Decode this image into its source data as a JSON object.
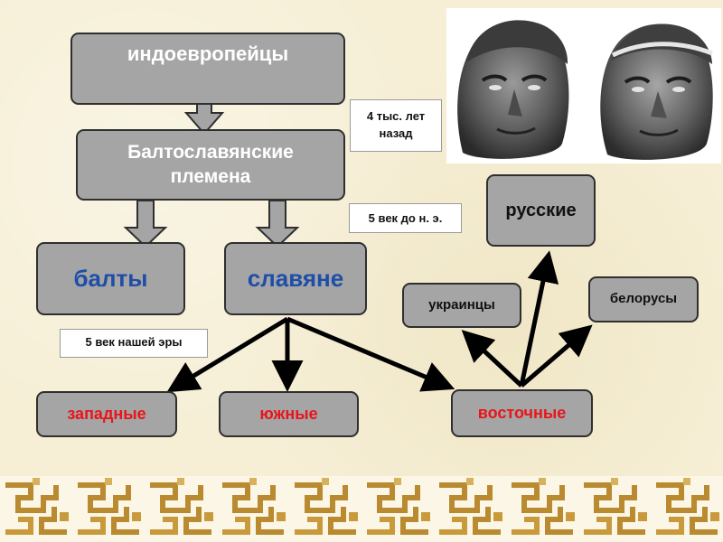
{
  "nodes": {
    "indoeuropeans": "индоевропейцы",
    "baltoslavic": "Балтославянские племена",
    "balts": "балты",
    "slavs": "славяне",
    "western": "западные",
    "southern": "южные",
    "eastern": "восточные",
    "russians": "русские",
    "ukrainians": "украинцы",
    "belarusians": "белорусы"
  },
  "notes": {
    "four_thousand": "4 тыс. лет назад",
    "fifth_bc": "5 век до н. э.",
    "fifth_ad": "5 век нашей эры"
  },
  "colors": {
    "node_fill": "#a5a5a5",
    "node_border": "#2f2f2f",
    "text_white": "#ffffff",
    "text_blue": "#1f4ea8",
    "text_red": "#e8151b",
    "text_dark": "#111111",
    "ornament_gold": "#b98a2f"
  }
}
